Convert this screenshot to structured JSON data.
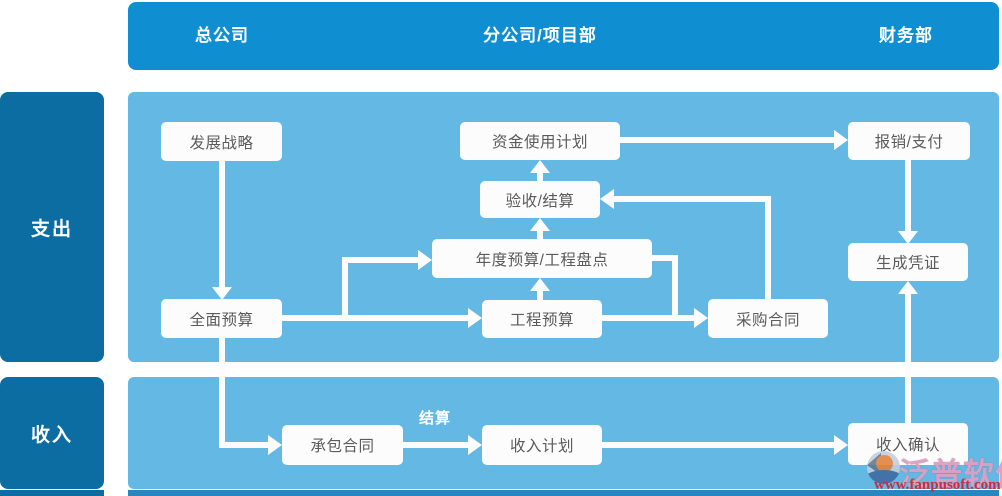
{
  "header": {
    "columns": [
      "总公司",
      "分公司/项目部",
      "财务部"
    ]
  },
  "lanes": [
    "支出",
    "收入"
  ],
  "nodes": [
    {
      "id": "development-strategy",
      "label": "发展战略"
    },
    {
      "id": "fund-use-plan",
      "label": "资金使用计划"
    },
    {
      "id": "reimbursement-payment",
      "label": "报销/支付"
    },
    {
      "id": "acceptance-settlement",
      "label": "验收/结算"
    },
    {
      "id": "annual-budget-inventory",
      "label": "年度预算/工程盘点"
    },
    {
      "id": "comprehensive-budget",
      "label": "全面预算"
    },
    {
      "id": "project-budget",
      "label": "工程预算"
    },
    {
      "id": "procurement-contract",
      "label": "采购合同"
    },
    {
      "id": "generate-voucher",
      "label": "生成凭证"
    },
    {
      "id": "contracting-contract",
      "label": "承包合同"
    },
    {
      "id": "income-plan",
      "label": "收入计划"
    },
    {
      "id": "income-confirmation",
      "label": "收入确认"
    }
  ],
  "edge_labels": {
    "settlement": "结算"
  },
  "watermark": {
    "brand": "泛普软件",
    "url": "www.fanpusoft.com"
  },
  "colors": {
    "header_blue": "#0f8fd2",
    "panel_blue": "#63b8e4",
    "lane_blue": "#0c6da3",
    "bottom_strip_blue": "#2987bd",
    "node_bg": "#fcfcfc",
    "node_text": "#5b5b5b",
    "watermark_brand": "#d8a6c8",
    "watermark_url": "#c5303a"
  }
}
